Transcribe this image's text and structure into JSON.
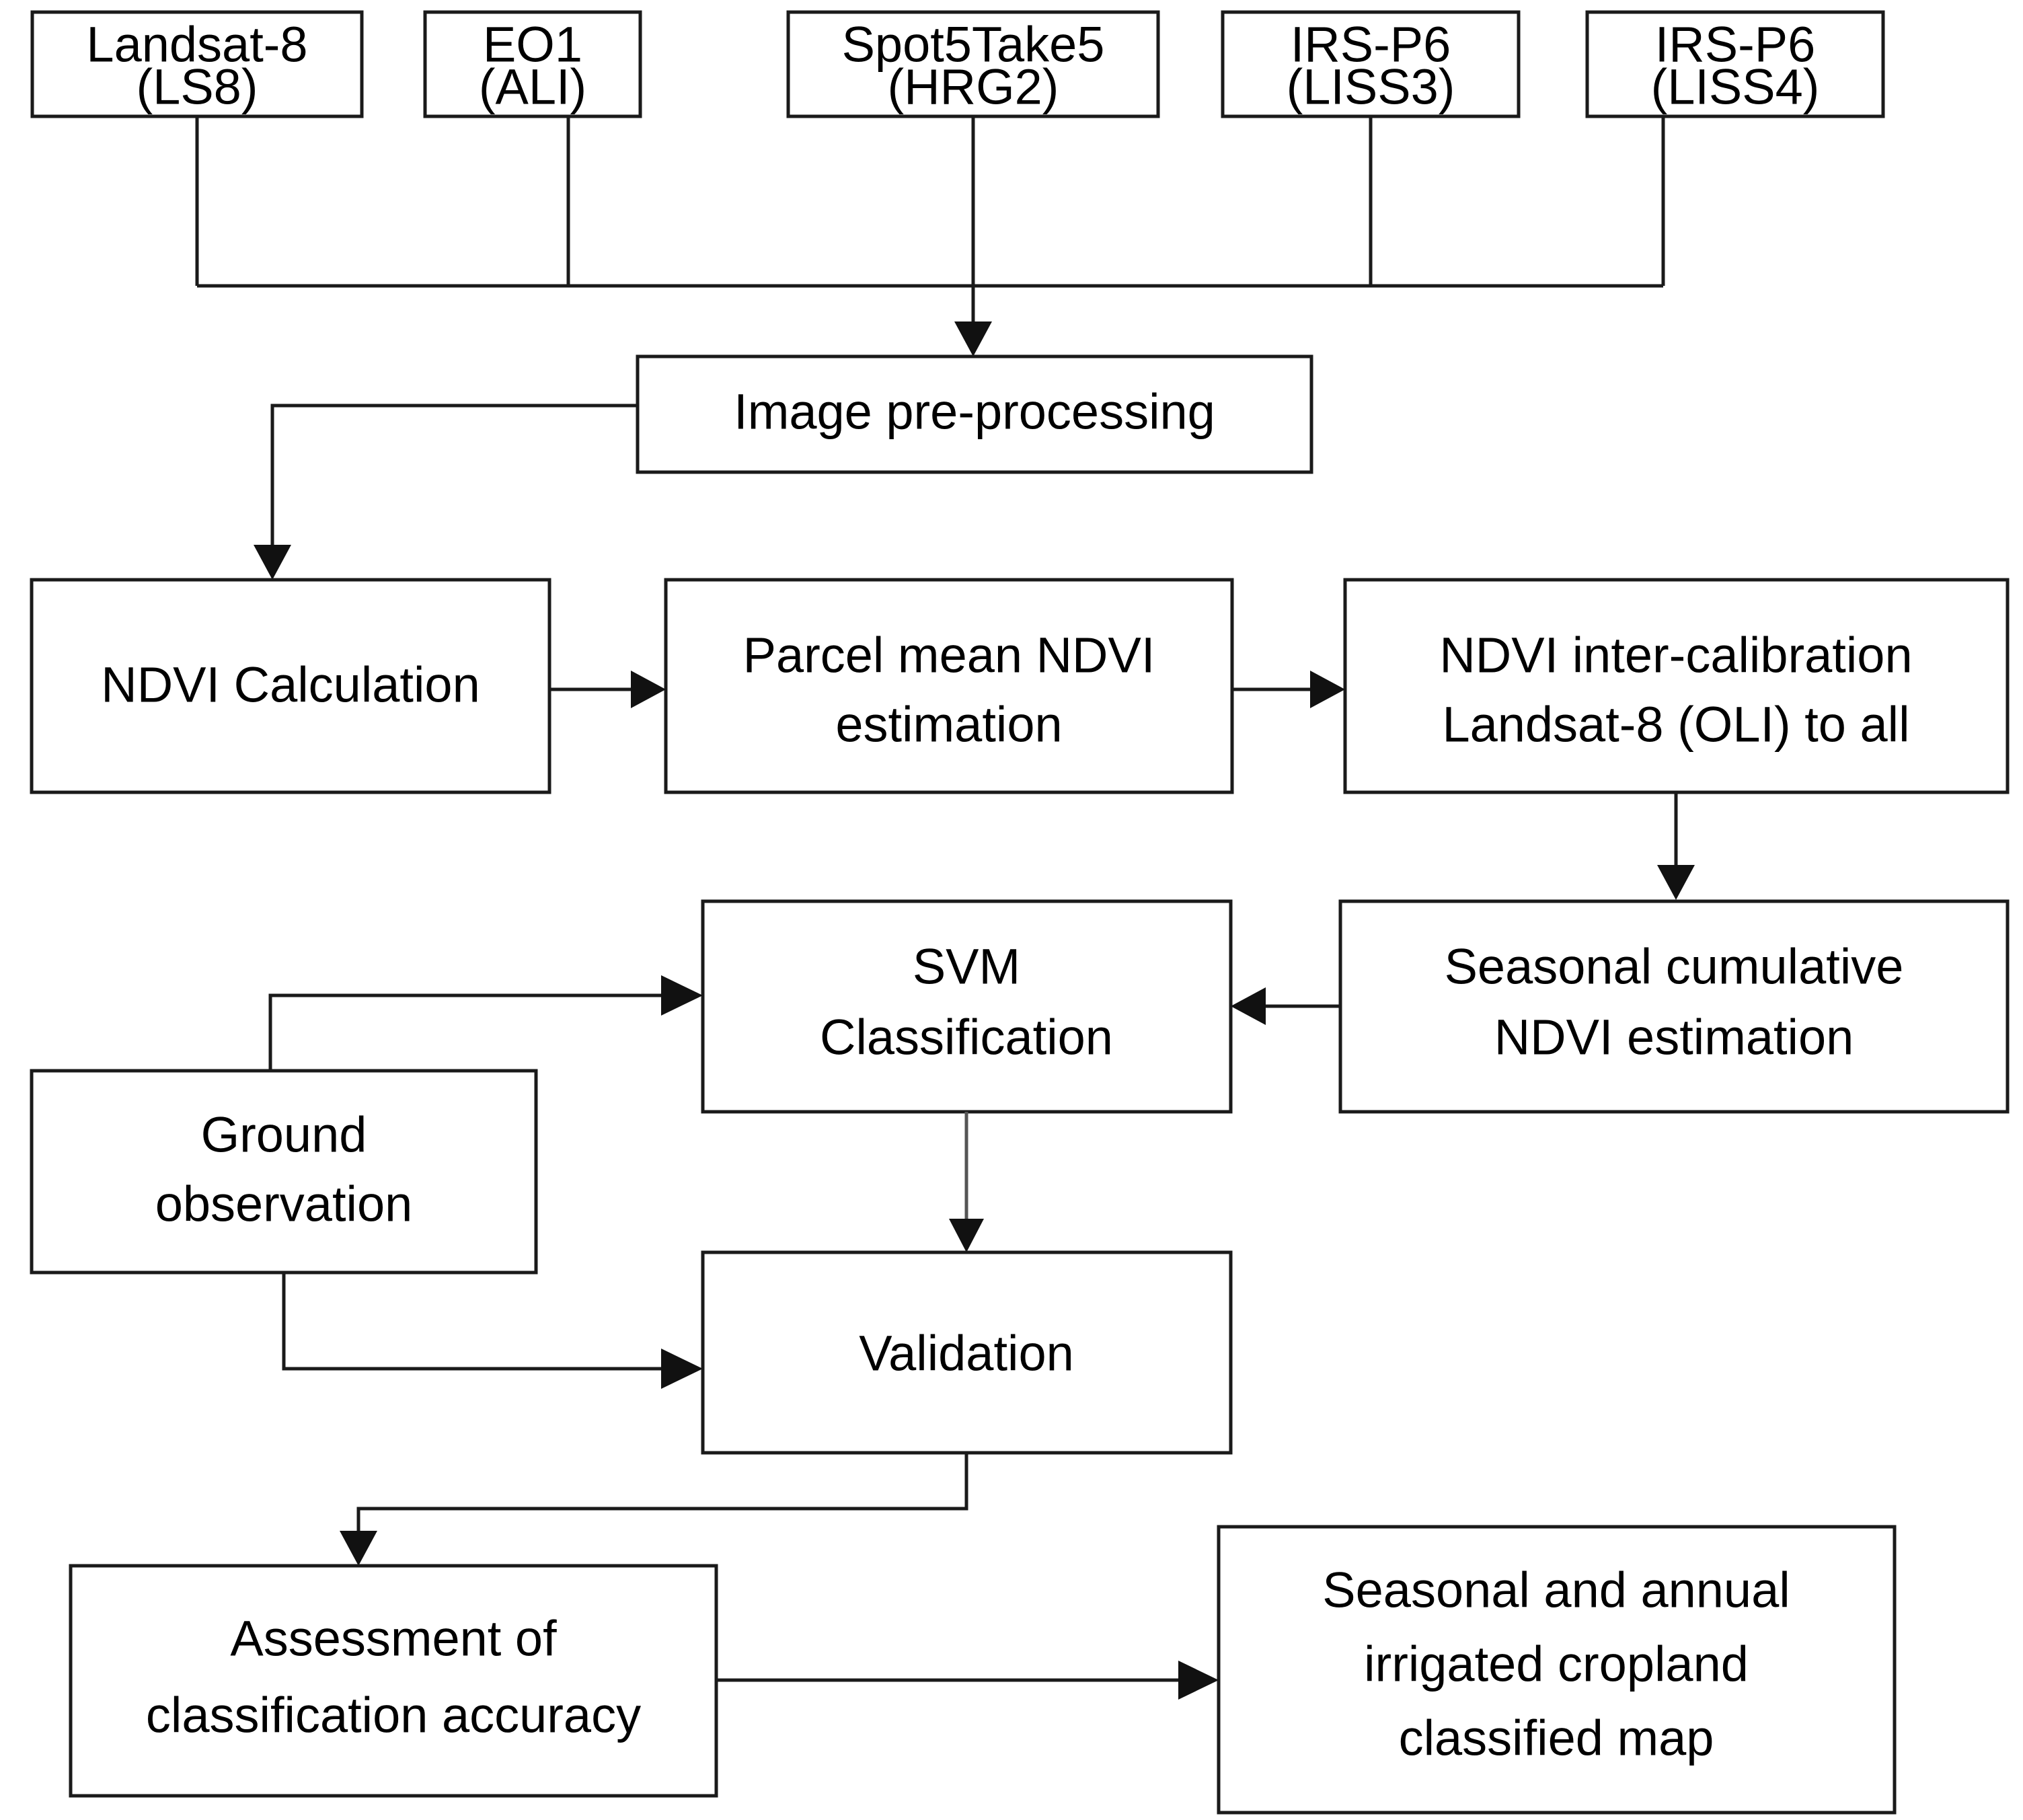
{
  "diagram": {
    "title": "Irrigated cropland mapping methodology flowchart",
    "background_color": "#ffffff",
    "line_color": "#1a1a1a",
    "text_color": "#000000",
    "nodes": [
      {
        "id": "ls8",
        "lines": [
          "Landsat-8",
          "(LS8)"
        ]
      },
      {
        "id": "eo1",
        "lines": [
          "EO1",
          "(ALI)"
        ]
      },
      {
        "id": "spot5",
        "lines": [
          "Spot5Take5",
          "(HRG2)"
        ]
      },
      {
        "id": "liss3",
        "lines": [
          "IRS-P6",
          "(LISS3)"
        ]
      },
      {
        "id": "liss4",
        "lines": [
          "IRS-P6",
          "(LISS4)"
        ]
      },
      {
        "id": "preproc",
        "lines": [
          "Image pre-processing"
        ]
      },
      {
        "id": "ndvicalc",
        "lines": [
          "NDVI Calculation"
        ]
      },
      {
        "id": "parcelmean",
        "lines": [
          "Parcel mean NDVI",
          "estimation"
        ]
      },
      {
        "id": "intercal",
        "lines": [
          "NDVI inter-calibration",
          "Landsat-8 (OLI) to all"
        ]
      },
      {
        "id": "seascum",
        "lines": [
          "Seasonal cumulative",
          "NDVI estimation"
        ]
      },
      {
        "id": "svm",
        "lines": [
          "SVM",
          "Classification"
        ]
      },
      {
        "id": "ground",
        "lines": [
          "Ground",
          "observation"
        ]
      },
      {
        "id": "validation",
        "lines": [
          "Validation"
        ]
      },
      {
        "id": "assessment",
        "lines": [
          "Assessment of",
          "classification accuracy"
        ]
      },
      {
        "id": "finalmap",
        "lines": [
          "Seasonal and annual",
          "irrigated cropland",
          "classified map"
        ]
      }
    ],
    "edges": [
      {
        "from": "ls8",
        "to": "preproc"
      },
      {
        "from": "eo1",
        "to": "preproc"
      },
      {
        "from": "spot5",
        "to": "preproc"
      },
      {
        "from": "liss3",
        "to": "preproc"
      },
      {
        "from": "liss4",
        "to": "preproc"
      },
      {
        "from": "preproc",
        "to": "ndvicalc"
      },
      {
        "from": "ndvicalc",
        "to": "parcelmean"
      },
      {
        "from": "parcelmean",
        "to": "intercal"
      },
      {
        "from": "intercal",
        "to": "seascum"
      },
      {
        "from": "seascum",
        "to": "svm"
      },
      {
        "from": "ground",
        "to": "svm"
      },
      {
        "from": "svm",
        "to": "validation"
      },
      {
        "from": "ground",
        "to": "validation"
      },
      {
        "from": "validation",
        "to": "assessment"
      },
      {
        "from": "assessment",
        "to": "finalmap"
      }
    ]
  }
}
